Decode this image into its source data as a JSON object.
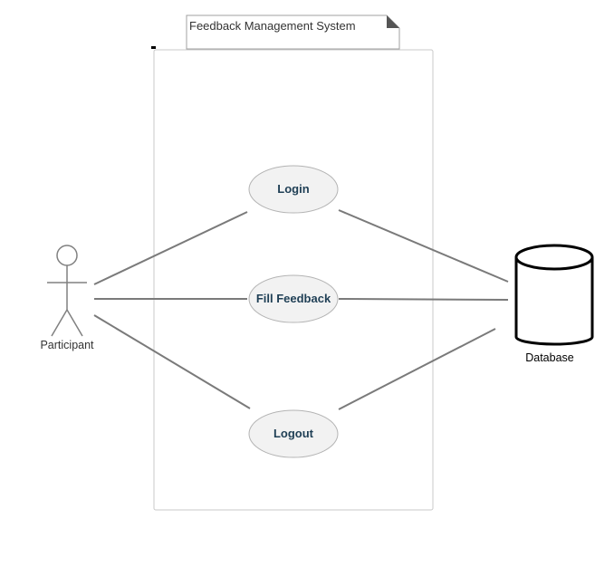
{
  "system": {
    "title": "Feedback Management System"
  },
  "actor": {
    "label": "Participant"
  },
  "use_cases": {
    "login": "Login",
    "fill_feedback": "Fill Feedback",
    "logout": "Logout"
  },
  "database": {
    "label": "Database"
  },
  "colors": {
    "line": "#7a7a7a",
    "usecase_fill": "#f2f2f2",
    "usecase_text": "#1f3f55",
    "boundary": "#c8c8c8"
  }
}
